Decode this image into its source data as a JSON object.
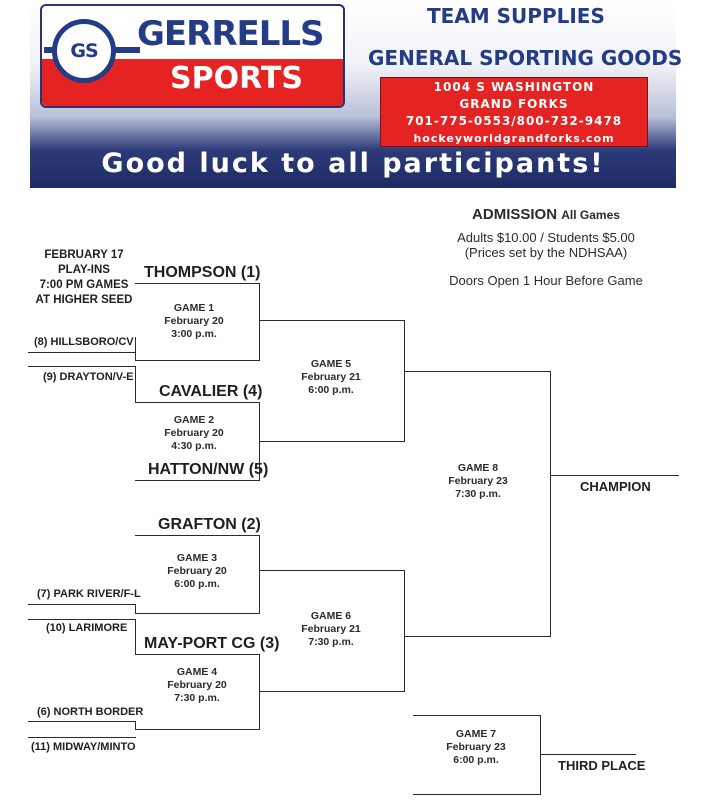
{
  "header": {
    "logo_monogram": "GS",
    "brand_name": "GERRELLS",
    "brand_sub": "SPORTS",
    "title_1": "TEAM SUPPLIES",
    "title_2": "GENERAL SPORTING GOODS",
    "address": [
      "1004 S WASHINGTON",
      "GRAND FORKS",
      "701-775-0553/800-732-9478",
      "hockeyworldgrandforks.com"
    ],
    "tagline": "Good luck to all participants!",
    "colors": {
      "navy": "#233c85",
      "red": "#e52323",
      "banner_dark": "#1d2b66"
    }
  },
  "admission": {
    "label": "ADMISSION",
    "scope": "All Games",
    "prices": "Adults $10.00 / Students $5.00",
    "note": "(Prices set by the NDHSAA)",
    "doors": "Doors Open 1 Hour Before Game"
  },
  "playin_note": [
    "FEBRUARY 17",
    "PLAY-INS",
    "7:00 PM GAMES",
    "AT HIGHER SEED"
  ],
  "teams": {
    "thompson": "THOMPSON (1)",
    "hillsboro": "(8) HILLSBORO/CV",
    "drayton": "(9) DRAYTON/V-E",
    "cavalier": "CAVALIER (4)",
    "hatton": "HATTON/NW (5)",
    "grafton": "GRAFTON (2)",
    "park_river": "(7) PARK RIVER/F-L",
    "larimore": "(10) LARIMORE",
    "mayport": "MAY-PORT CG (3)",
    "north_border": "(6) NORTH BORDER",
    "midway": "(11) MIDWAY/MINTO"
  },
  "games": [
    {
      "name": "GAME 1",
      "date": "February 20",
      "time": "3:00 p.m."
    },
    {
      "name": "GAME 2",
      "date": "February 20",
      "time": "4:30 p.m."
    },
    {
      "name": "GAME 3",
      "date": "February 20",
      "time": "6:00 p.m."
    },
    {
      "name": "GAME 4",
      "date": "February 20",
      "time": "7:30 p.m."
    },
    {
      "name": "GAME 5",
      "date": "February 21",
      "time": "6:00 p.m."
    },
    {
      "name": "GAME 6",
      "date": "February 21",
      "time": "7:30 p.m."
    },
    {
      "name": "GAME 7",
      "date": "February 23",
      "time": "6:00 p.m."
    },
    {
      "name": "GAME 8",
      "date": "February 23",
      "time": "7:30 p.m."
    }
  ],
  "results": {
    "champion": "CHAMPION",
    "third_place": "THIRD PLACE"
  }
}
